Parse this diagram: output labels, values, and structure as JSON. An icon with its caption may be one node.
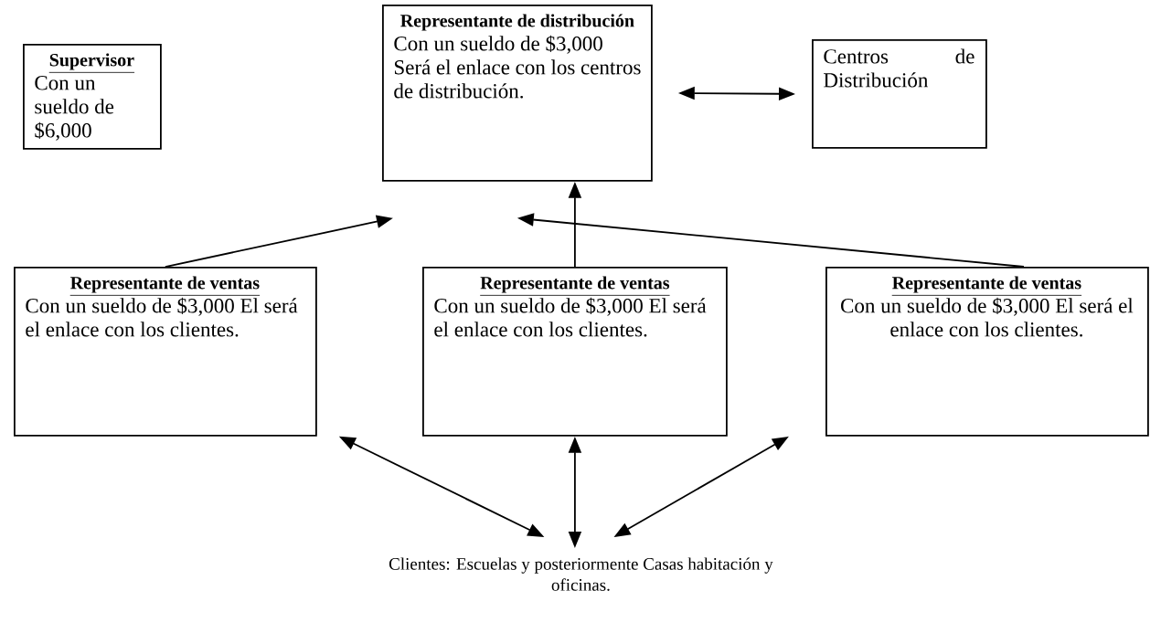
{
  "diagram": {
    "nodes": [
      {
        "text": [
          "Supervisor",
          "Con un sueldo de $6,000"
        ]
      },
      {
        "text": [
          "Representante de distribución",
          "Con un sueldo de $3,000 Será el enlace con los centros de distribución."
        ]
      },
      {
        "text": [
          "Centros de Distribución"
        ]
      },
      {
        "text": [
          "Representante de ventas",
          "Con un sueldo de $3,000 El será el enlace con los clientes."
        ]
      },
      {
        "text": [
          "Representante de ventas",
          "Con un sueldo de $3,000 El será el enlace con los clientes."
        ]
      },
      {
        "text": [
          "Representante de ventas",
          "Con un sueldo de $3,000 El será el enlace con los clientes."
        ]
      },
      {
        "text": [
          "Clientes: Escuelas y posteriormente Casas habitación y oficinas."
        ]
      }
    ],
    "edges": [
      {
        "from": 1,
        "to": 2,
        "arrow": "both"
      },
      {
        "from": 3,
        "to": 1,
        "arrow": "to"
      },
      {
        "from": 4,
        "to": 1,
        "arrow": "to"
      },
      {
        "from": 5,
        "to": 1,
        "arrow": "to"
      },
      {
        "from": 3,
        "to": 6,
        "arrow": "both"
      },
      {
        "from": 4,
        "to": 6,
        "arrow": "both"
      },
      {
        "from": 5,
        "to": 6,
        "arrow": "both"
      }
    ]
  }
}
